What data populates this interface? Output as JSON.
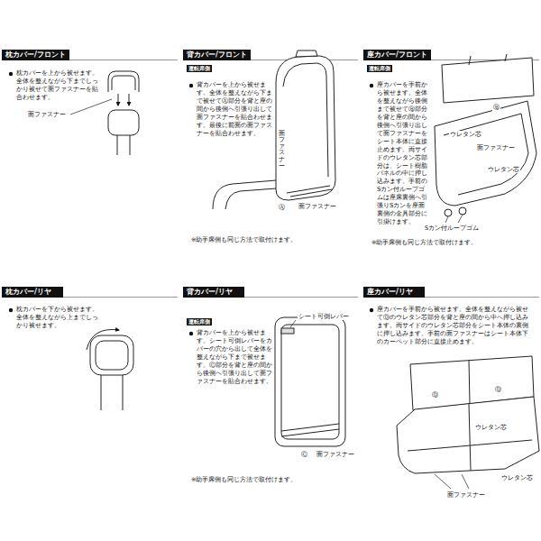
{
  "diagram": {
    "nodes": [
      {
        "text": [
          "枕カバー/フロント"
        ]
      },
      {
        "text": [
          "背カバー/フロント"
        ]
      },
      {
        "text": [
          "運転席側"
        ]
      },
      {
        "text": [
          "座カバー/フロント"
        ]
      },
      {
        "text": [
          "運転席側"
        ]
      },
      {
        "text": [
          "枕カバー/リヤ"
        ]
      },
      {
        "text": [
          "背カバー/リヤ"
        ]
      },
      {
        "text": [
          "運転席側"
        ]
      },
      {
        "text": [
          "座カバー/リヤ"
        ]
      }
    ],
    "labels": [
      "枕カバーを上から被せます。全体を整えながら下までしっかり被せて面ファスナーを貼合わせます。",
      "面ファスナー",
      "背カバーを上から被せます。全体を整えながら下まで被せてⒶ部分を背と座の間から後側へ引張り出して面ファスナーを貼合わせます。最後に前面の面ファスナーを貼合わせます。",
      "面ファスナー",
      "面ファスナー",
      "Ⓐ",
      "※助手席側も同じ方法で取付けます。",
      "座カバーを手前から被せます。全体を整えながら後側まで被せてⒷ部分を背と座の間から後側へ引張り出して面ファスナーをシート本体に直接止めます。両サイドのウレタン芯部分は、シート樹脂パネルの中に押し込みます。手前のSカン付ループゴムは座席裏側へ引張りSカンを座面裏側の金具部分に引掛けます。",
      "ウレタン芯",
      "Ⓑ",
      "面ファスナー",
      "ウレタン芯",
      "Sカン付ループゴム",
      "※助手席側も同じ方法で取付けます。",
      "枕カバーを下から被せます。全体を整えながら上までしっかり被せます。",
      "背カバーを上から被せます。シート可倒レバーをカバーの穴から出して全体を整えながら下まで被せます。Ⓒ部分を背と座の間から後側へ引張り出して面ファスナーを貼合わせます。",
      "シート可倒レバー",
      "面ファスナー",
      "Ⓒ",
      "※助手席側も同じ方法で取付けます。",
      "座カバーを手前から被せます。全体を整えながら被せてⒹのウレタン芯部分を背と座の間から中へ押し込みます。両サイドのウレタン芯部分をシート本体の裏側に押し込みます。手前の面ファスナーはシート本体下のカーペット部分に直接止めます。",
      "Ⓓ",
      "Ⓓ",
      "ウレタン芯",
      "ウレタン芯",
      "面ファスナー"
    ]
  }
}
